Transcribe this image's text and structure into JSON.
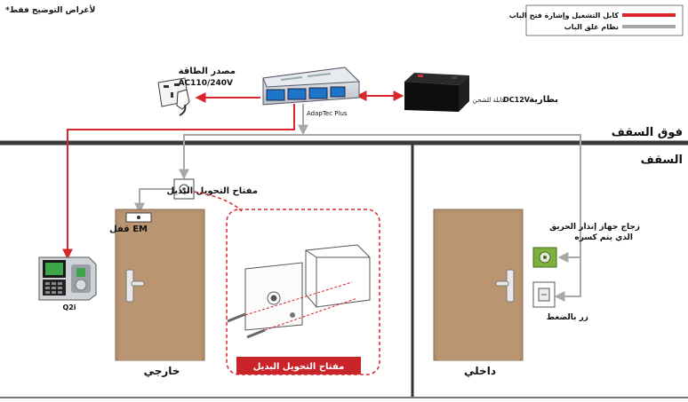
{
  "disclaimer": "*لأغراض التوضيح فقط",
  "legend": {
    "items": [
      {
        "label": "كابل التشغيل وإشارة فتح الباب",
        "color": "#d8262c"
      },
      {
        "label": "نظام غلق الباب",
        "color": "#a8a8a8"
      }
    ]
  },
  "zones": {
    "above_ceiling": "فوق السقف",
    "ceiling": "السقف"
  },
  "power": {
    "title": "مصدر الطاقة",
    "voltage": "AC110/240V"
  },
  "controller": {
    "name": "AdapTec Plus"
  },
  "battery": {
    "title": "بطارية",
    "spec": "DC12V",
    "note": "قابلة للشحن"
  },
  "reader": {
    "model": "Q2i"
  },
  "exit_switch_label": "مفتاح التحويل البديل",
  "em_lock_label": "قفل EM",
  "inset_title": "مفتاح التحويل البديل",
  "break_glass": {
    "line1": "زجاج جهاز إنذار الحريق",
    "line2": "الذي يتم كسره"
  },
  "push_button_label": "زر بالضغط",
  "doors": {
    "outside": "خارجي",
    "inside": "داخلي"
  },
  "colors": {
    "signal_red": "#d8262c",
    "lock_gray": "#a8a8a8",
    "door_brown": "#b4906e",
    "ceiling_dark": "#3a3a3a"
  }
}
